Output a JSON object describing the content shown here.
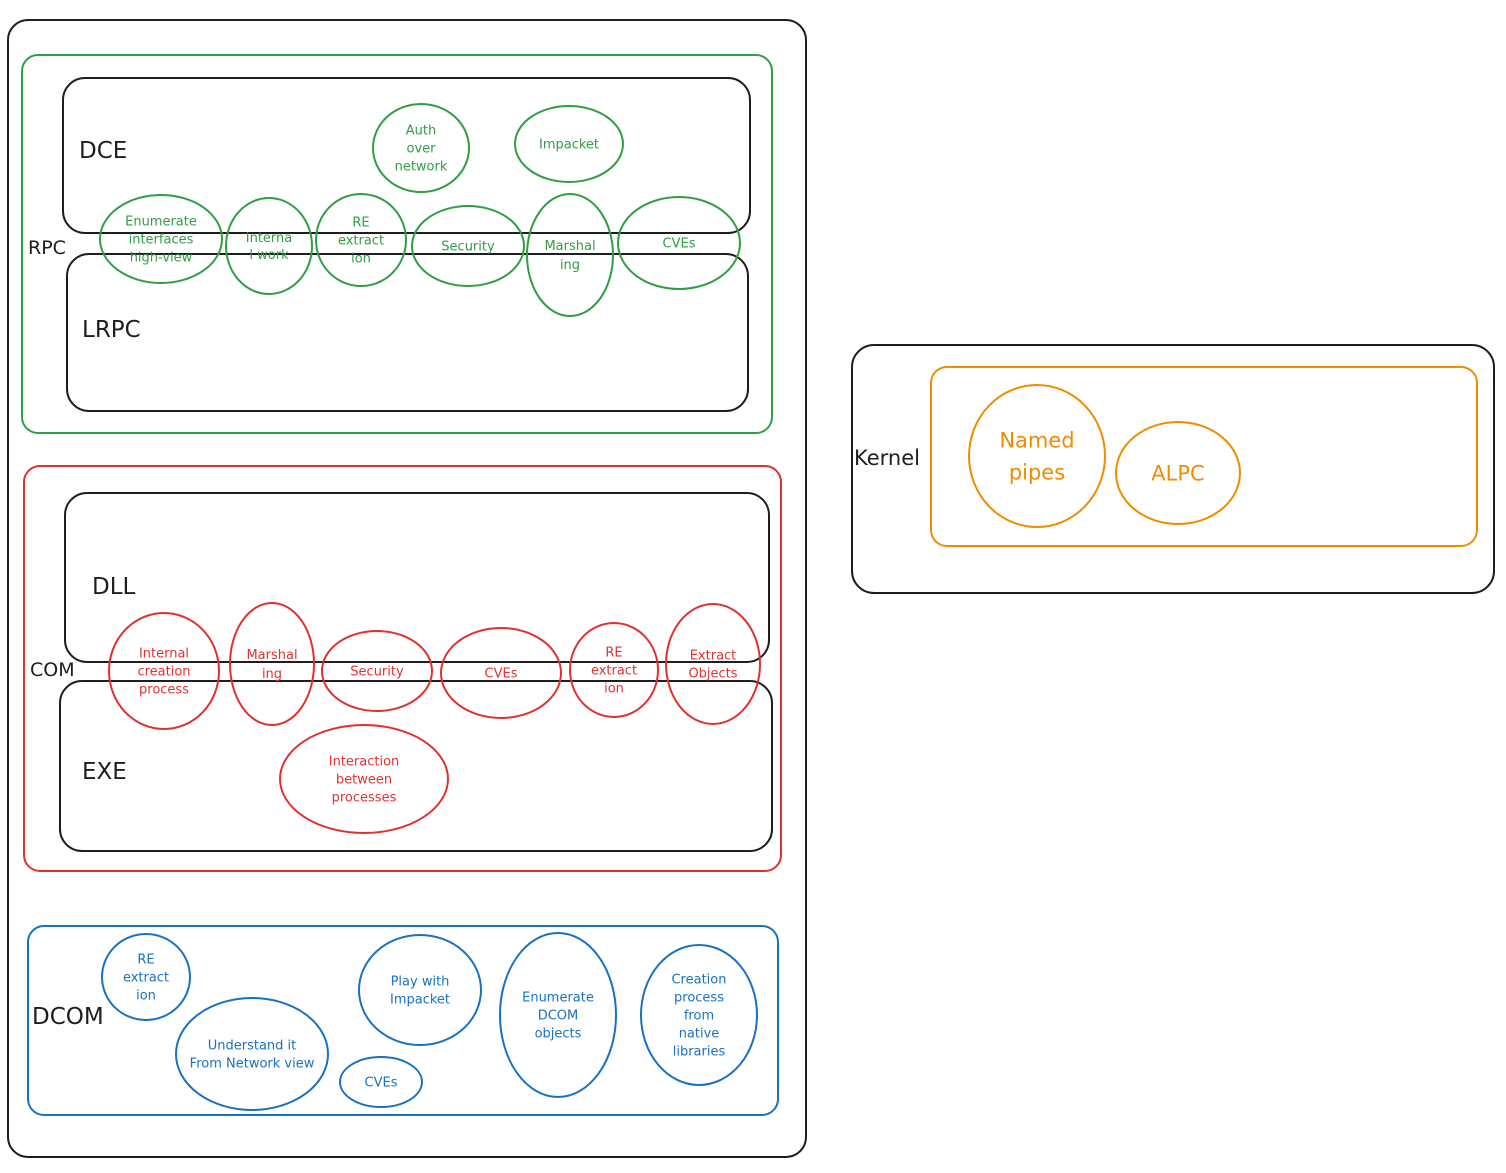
{
  "colors": {
    "ink": "#1e1e1e",
    "green": "#2f9e44",
    "red": "#e03131",
    "blue": "#1971c2",
    "orange": "#f08c00"
  },
  "rpc": {
    "label": "RPC",
    "dce_label": "DCE",
    "lrpc_label": "LRPC",
    "items": {
      "auth": [
        "Auth",
        "over",
        "network"
      ],
      "impacket": [
        "Impacket"
      ],
      "enumerate": [
        "Enumerate",
        "interfaces",
        "high-view"
      ],
      "internal_work": [
        "Interna",
        "l work"
      ],
      "re_extraction": [
        "RE",
        "extract",
        "ion"
      ],
      "security": [
        "Security"
      ],
      "marshaling": [
        "Marshal",
        "ing"
      ],
      "cves": [
        "CVEs"
      ]
    }
  },
  "com": {
    "label": "COM",
    "dll_label": "DLL",
    "exe_label": "EXE",
    "items": {
      "internal_creation": [
        "Internal",
        "creation",
        "process"
      ],
      "marshaling": [
        "Marshal",
        "ing"
      ],
      "security": [
        "Security"
      ],
      "cves": [
        "CVEs"
      ],
      "re_extraction": [
        "RE",
        "extract",
        "ion"
      ],
      "extract_objects": [
        "Extract",
        "Objects"
      ],
      "interaction": [
        "Interaction",
        "between",
        "processes"
      ]
    }
  },
  "dcom": {
    "label": "DCOM",
    "items": {
      "re_extraction": [
        "RE",
        "extract",
        "ion"
      ],
      "network_view": [
        "Understand it",
        "From Network view"
      ],
      "play_impacket": [
        "Play with",
        "Impacket"
      ],
      "cves": [
        "CVEs"
      ],
      "enumerate": [
        "Enumerate",
        "DCOM",
        "objects"
      ],
      "creation": [
        "Creation",
        "process",
        "from",
        "native",
        "libraries"
      ]
    }
  },
  "kernel": {
    "label": "Kernel",
    "items": {
      "named_pipes": [
        "Named",
        "pipes"
      ],
      "alpc": [
        "ALPC"
      ]
    }
  }
}
